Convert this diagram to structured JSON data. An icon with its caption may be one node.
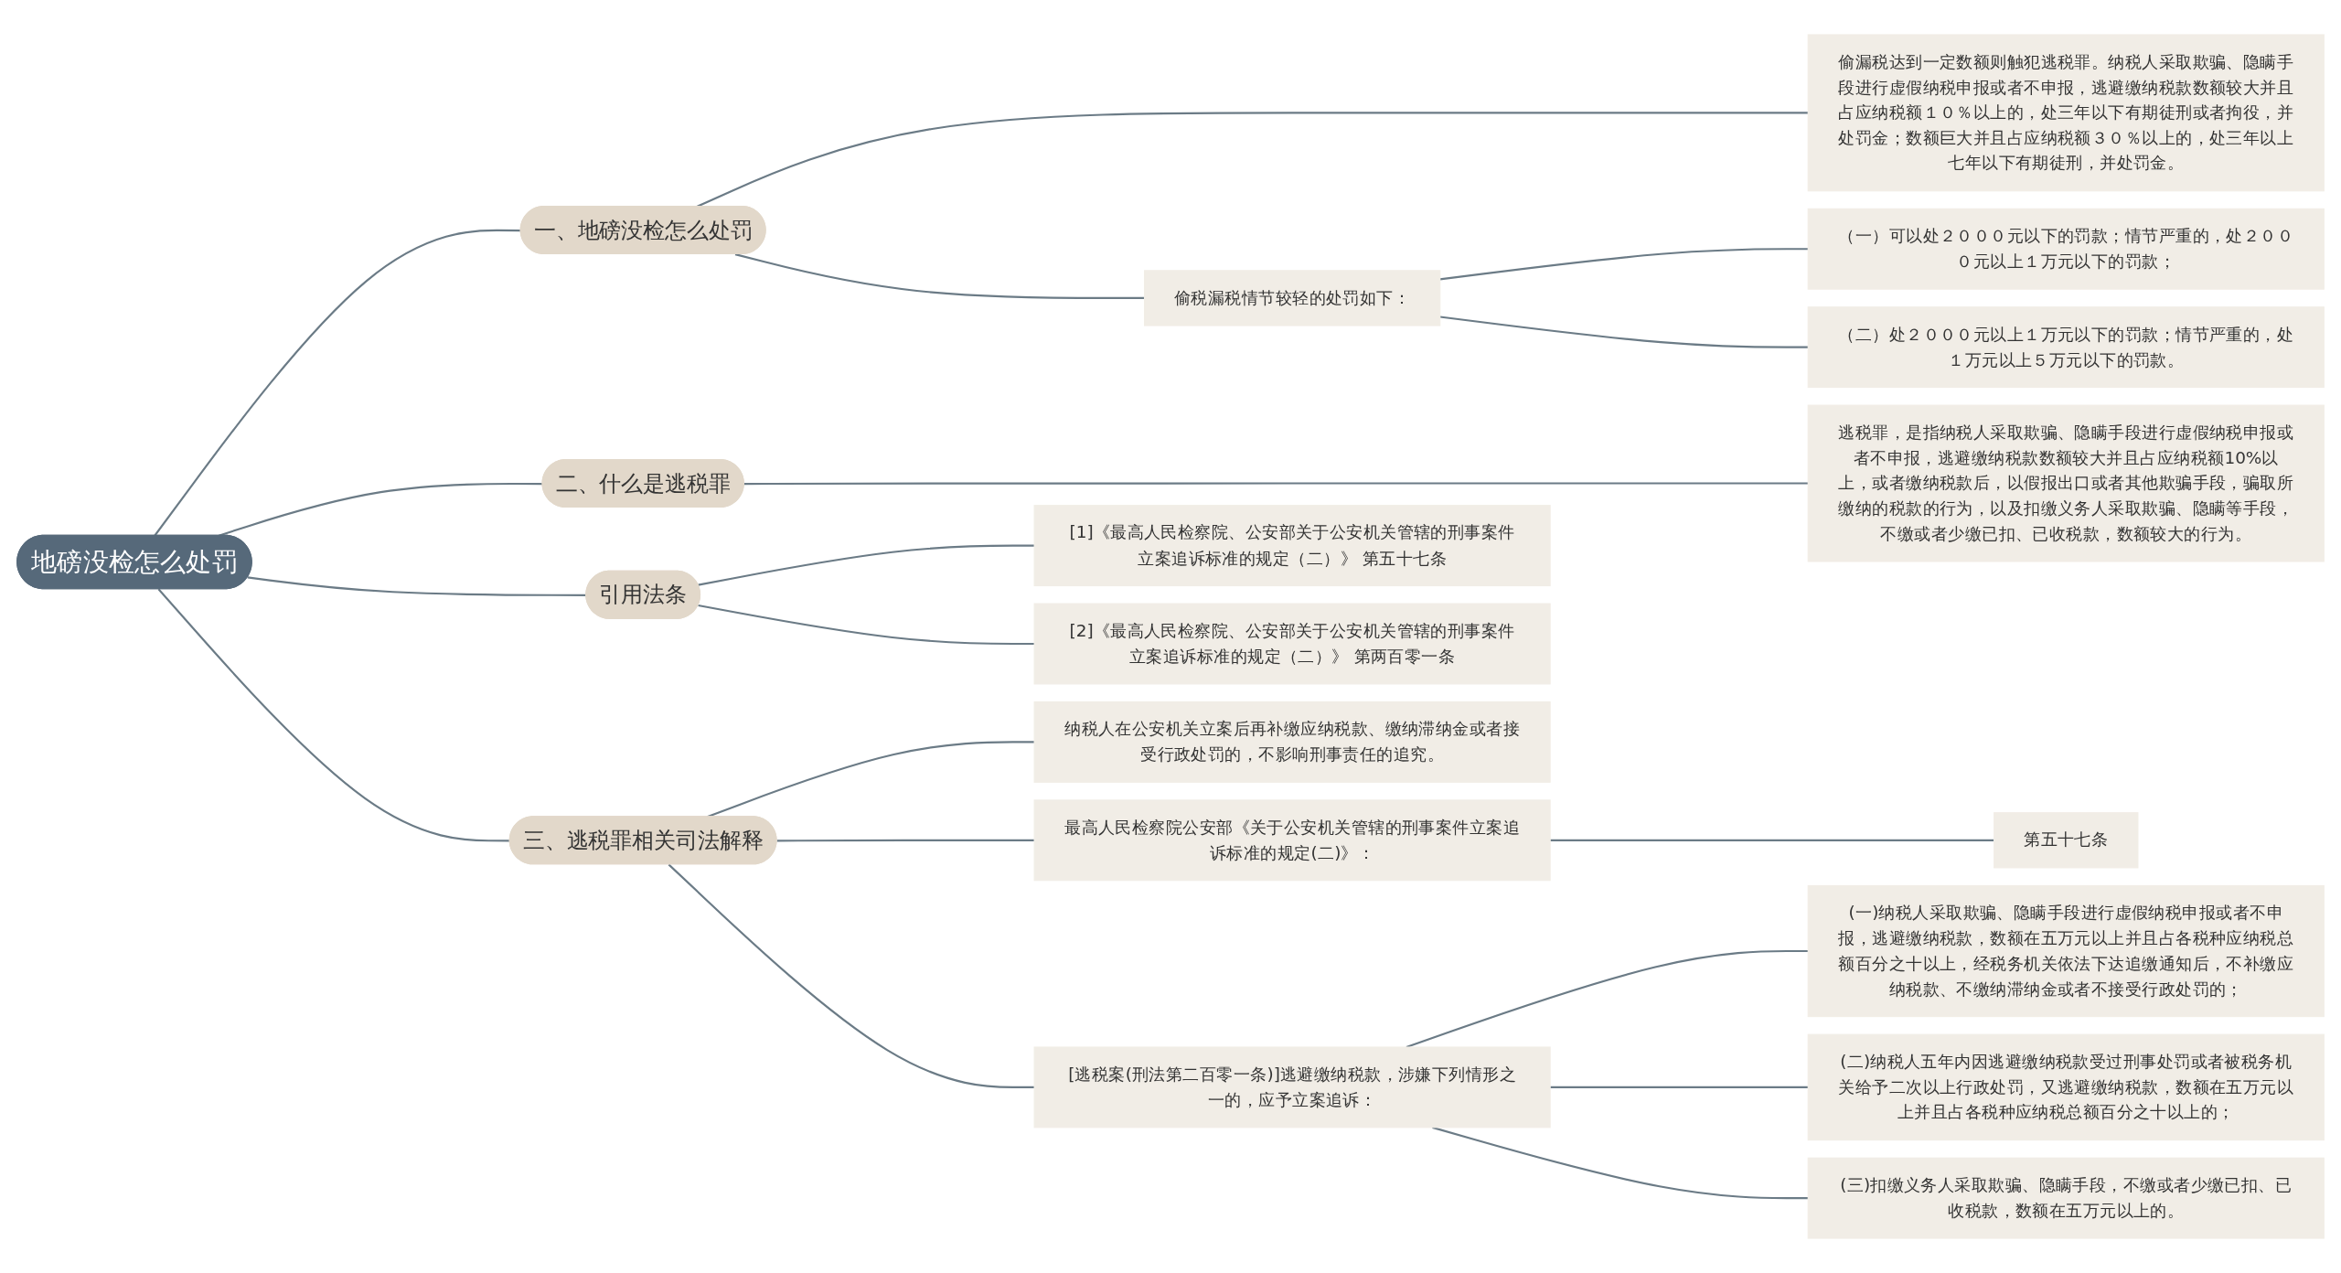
{
  "diagram": {
    "nodes": [
      {
        "text": [
          "地磅没检怎么处罚"
        ]
      },
      {
        "text": [
          "一、地磅没检怎么处罚"
        ]
      },
      {
        "text": [
          "偷税漏税情节较轻的处罚如下："
        ]
      },
      {
        "text": [
          "（一）可以处２０００元以下的罚款；情节严重的，处２０００元以上１万元以下的罚款；"
        ]
      },
      {
        "text": [
          "（二）处２０００元以上１万元以下的罚款；情节严重的，处１万元以上５万元以下的罚款。"
        ]
      },
      {
        "text": [
          "偷漏税达到一定数额则触犯逃税罪。纳税人采取欺骗、隐瞒手段进行虚假纳税申报或者不申报，逃避缴纳税款数额较大并且占应纳税额１０％以上的，处三年以下有期徒刑或者拘役，并处罚金；数额巨大并且占应纳税额３０％以上的，处三年以上七年以下有期徒刑，并处罚金。"
        ]
      },
      {
        "text": [
          "二、什么是逃税罪"
        ]
      },
      {
        "text": [
          "逃税罪，是指纳税人采取欺骗、隐瞒手段进行虚假纳税申报或者不申报，逃避缴纳税款数额较大并且占应纳税额10%以上，或者缴纳税款后，以假报出口或者其他欺骗手段，骗取所缴纳的税款的行为，以及扣缴义务人采取欺骗、隐瞒等手段，不缴或者少缴已扣、已收税款，数额较大的行为。"
        ]
      },
      {
        "text": [
          "引用法条"
        ]
      },
      {
        "text": [
          "[1]《最高人民检察院、公安部关于公安机关管辖的刑事案件立案追诉标准的规定（二）》 第五十七条"
        ]
      },
      {
        "text": [
          "[2]《最高人民检察院、公安部关于公安机关管辖的刑事案件立案追诉标准的规定（二）》 第两百零一条"
        ]
      },
      {
        "text": [
          "三、逃税罪相关司法解释"
        ]
      },
      {
        "text": [
          "最高人民检察院公安部《关于公安机关管辖的刑事案件立案追诉标准的规定(二)》："
        ]
      },
      {
        "text": [
          "第五十七条"
        ]
      },
      {
        "text": [
          "[逃税案(刑法第二百零一条)]逃避缴纳税款，涉嫌下列情形之一的，应予立案追诉："
        ]
      },
      {
        "text": [
          "(一)纳税人采取欺骗、隐瞒手段进行虚假纳税申报或者不申报，逃避缴纳税款，数额在五万元以上并且占各税种应纳税总额百分之十以上，经税务机关依法下达追缴通知后，不补缴应纳税款、不缴纳滞纳金或者不接受行政处罚的；"
        ]
      },
      {
        "text": [
          "(二)纳税人五年内因逃避缴纳税款受过刑事处罚或者被税务机关给予二次以上行政处罚，又逃避缴纳税款，数额在五万元以上并且占各税种应纳税总额百分之十以上的；"
        ]
      },
      {
        "text": [
          "(三)扣缴义务人采取欺骗、隐瞒手段，不缴或者少缴已扣、已收税款，数额在五万元以上的。"
        ]
      },
      {
        "text": [
          "纳税人在公安机关立案后再补缴应纳税款、缴纳滞纳金或者接受行政处罚的，不影响刑事责任的追究。"
        ]
      }
    ],
    "edges": [
      {
        "from": 0,
        "to": 1,
        "arrow": "none"
      },
      {
        "from": 1,
        "to": 5,
        "arrow": "none"
      },
      {
        "from": 1,
        "to": 2,
        "arrow": "none"
      },
      {
        "from": 2,
        "to": 3,
        "arrow": "none"
      },
      {
        "from": 2,
        "to": 4,
        "arrow": "none"
      },
      {
        "from": 0,
        "to": 6,
        "arrow": "none"
      },
      {
        "from": 6,
        "to": 7,
        "arrow": "none"
      },
      {
        "from": 0,
        "to": 8,
        "arrow": "none"
      },
      {
        "from": 8,
        "to": 9,
        "arrow": "none"
      },
      {
        "from": 8,
        "to": 10,
        "arrow": "none"
      },
      {
        "from": 0,
        "to": 11,
        "arrow": "none"
      },
      {
        "from": 11,
        "to": 18,
        "arrow": "none"
      },
      {
        "from": 11,
        "to": 12,
        "arrow": "none"
      },
      {
        "from": 12,
        "to": 13,
        "arrow": "none"
      },
      {
        "from": 11,
        "to": 14,
        "arrow": "none"
      },
      {
        "from": 14,
        "to": 15,
        "arrow": "none"
      },
      {
        "from": 14,
        "to": 16,
        "arrow": "none"
      },
      {
        "from": 14,
        "to": 17,
        "arrow": "none"
      }
    ]
  }
}
